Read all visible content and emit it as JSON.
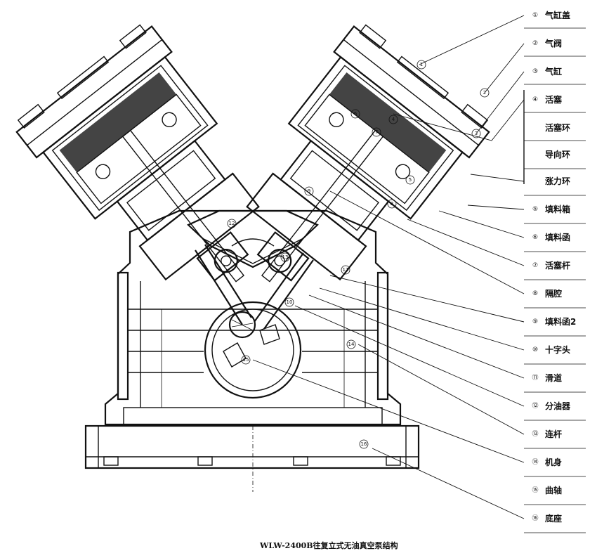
{
  "caption": "WLW-2400B往复立式无油真空泵结构",
  "legend": [
    {
      "num": "①",
      "label": "气缸盖"
    },
    {
      "num": "②",
      "label": "气阀"
    },
    {
      "num": "③",
      "label": "气缸"
    },
    {
      "num": "④",
      "label": "活塞"
    },
    {
      "num": "",
      "label": "活塞环"
    },
    {
      "num": "",
      "label": "导向环"
    },
    {
      "num": "",
      "label": "涨力环"
    },
    {
      "num": "⑤",
      "label": "填料箱"
    },
    {
      "num": "⑥",
      "label": "填料函"
    },
    {
      "num": "⑦",
      "label": "活塞杆"
    },
    {
      "num": "⑧",
      "label": "隔腔"
    },
    {
      "num": "⑨",
      "label": "填料函2"
    },
    {
      "num": "⑩",
      "label": "十字头"
    },
    {
      "num": "⑪",
      "label": "滑道"
    },
    {
      "num": "⑫",
      "label": "分油器"
    },
    {
      "num": "⑬",
      "label": "连杆"
    },
    {
      "num": "⑭",
      "label": "机身"
    },
    {
      "num": "⑮",
      "label": "曲轴"
    },
    {
      "num": "⑯",
      "label": "底座"
    }
  ],
  "callouts": [
    "1",
    "2",
    "3",
    "4",
    "5",
    "6",
    "7",
    "8",
    "9",
    "10",
    "11",
    "12",
    "13",
    "14",
    "15",
    "16"
  ]
}
